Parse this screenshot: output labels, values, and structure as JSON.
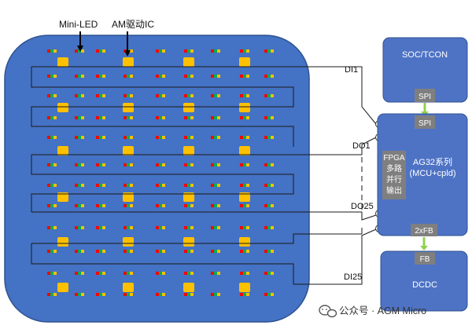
{
  "labels": {
    "mini_led": "Mini-LED",
    "am_driver_ic": "AM驱动IC"
  },
  "signals": {
    "di1": "DI1",
    "do1": "DO1",
    "do25": "DO25",
    "di25": "DI25"
  },
  "blocks": {
    "soc_tcon": {
      "title": "SOC/TCON",
      "port": "SPI"
    },
    "ag32": {
      "title_line1": "AG32系列",
      "title_line2": "(MCU+cpld)",
      "spi_port": "SPI",
      "fb_port": "2xFB",
      "fpga_lines": [
        "FPGA",
        "多路",
        "并行",
        "输出"
      ]
    },
    "dcdc": {
      "title": "DCDC",
      "port": "FB"
    }
  },
  "watermark": {
    "text": "公众号 · AGM Micro",
    "icon": "wechat-icon"
  },
  "colors": {
    "panel": "#4472c4",
    "block": "#4e73c5",
    "gray_tag": "#7f7f7f",
    "driver_ic": "#ffc000",
    "led_red": "#ff0000",
    "led_green": "#00b050",
    "led_yellow": "#ffc000",
    "arrow_green": "#92d050"
  }
}
